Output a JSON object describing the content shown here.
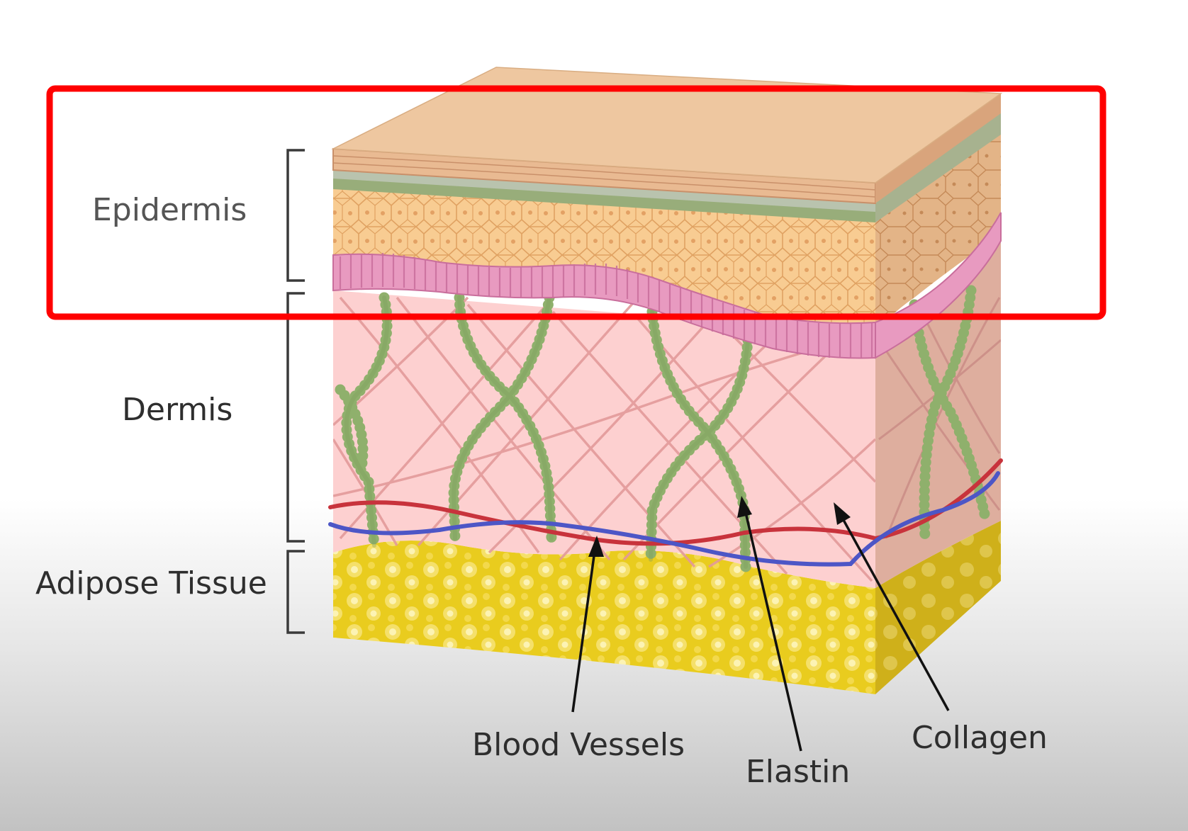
{
  "layers": [
    {
      "id": "epidermis",
      "label": "Epidermis"
    },
    {
      "id": "dermis",
      "label": "Dermis"
    },
    {
      "id": "adipose",
      "label": "Adipose Tissue"
    }
  ],
  "callouts": [
    {
      "id": "blood-vessels",
      "label": "Blood Vessels"
    },
    {
      "id": "elastin",
      "label": "Elastin"
    },
    {
      "id": "collagen",
      "label": "Collagen"
    }
  ],
  "colors": {
    "highlight": "#ff0000",
    "surface": "#eec7a0",
    "epidermis_cells": "#f8cc92",
    "basal_layer": "#e89ac0",
    "dermis": "#fdd0d0",
    "dermis_side": "#deae9e",
    "collagen": "#e39a9a",
    "elastin": "#8fb06c",
    "adipose": "#e9cc1e",
    "artery": "#c8333c",
    "vein": "#4d56c6"
  }
}
